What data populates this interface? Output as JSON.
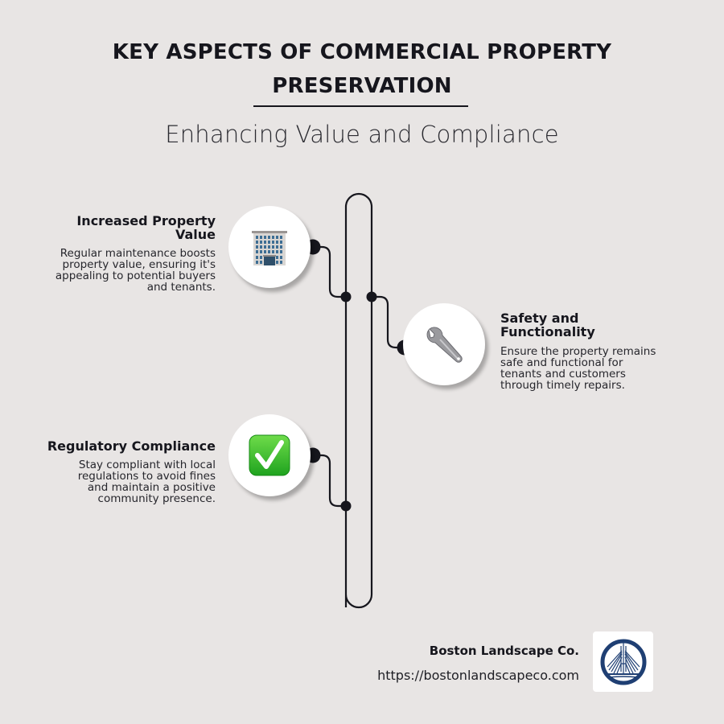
{
  "header": {
    "title_line1": "KEY ASPECTS OF COMMERCIAL PROPERTY",
    "title_line2": "PRESERVATION",
    "subtitle": "Enhancing Value and Compliance"
  },
  "items": [
    {
      "title_line1": "Increased Property",
      "title_line2": "Value",
      "description_lines": [
        "Regular maintenance boosts",
        "property value, ensuring it's",
        "appealing to potential buyers",
        "and tenants."
      ],
      "icon": "office-building-icon",
      "emoji": "🏢"
    },
    {
      "title_line1": "Safety and",
      "title_line2": "Functionality",
      "description_lines": [
        "Ensure the property remains",
        "safe and functional for",
        "tenants and customers",
        "through timely repairs."
      ],
      "icon": "wrench-icon",
      "emoji": "🔧"
    },
    {
      "title_line1": "Regulatory Compliance",
      "description_lines": [
        "Stay compliant with local",
        "regulations to avoid fines",
        "and maintain a positive",
        "community presence."
      ],
      "icon": "check-mark-button-icon",
      "emoji": "✅"
    }
  ],
  "footer": {
    "brand_name": "Boston Landscape Co.",
    "url": "https://bostonlandscapeco.com",
    "logo_icon": "bridge-logo-icon"
  },
  "colors": {
    "background": "#e8e5e4",
    "text": "#16161d",
    "line": "#16161d",
    "logo_blue": "#1f3f73",
    "check_green": "#3dbb3d"
  }
}
